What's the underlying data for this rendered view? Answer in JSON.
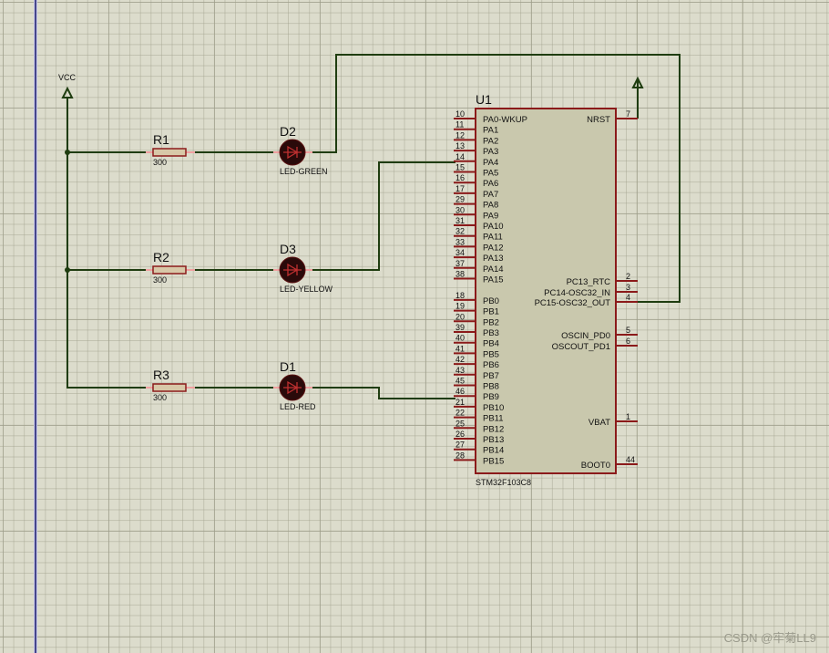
{
  "schematic": {
    "power": {
      "label": "VCC"
    },
    "resistors": [
      {
        "ref": "R1",
        "value": "300"
      },
      {
        "ref": "R2",
        "value": "300"
      },
      {
        "ref": "R3",
        "value": "300"
      }
    ],
    "leds": [
      {
        "ref": "D2",
        "value": "LED-GREEN"
      },
      {
        "ref": "D3",
        "value": "LED-YELLOW"
      },
      {
        "ref": "D1",
        "value": "LED-RED"
      }
    ],
    "mcu": {
      "ref": "U1",
      "part": "STM32F103C8",
      "left_pins": [
        {
          "num": "10",
          "name": "PA0-WKUP"
        },
        {
          "num": "11",
          "name": "PA1"
        },
        {
          "num": "12",
          "name": "PA2"
        },
        {
          "num": "13",
          "name": "PA3"
        },
        {
          "num": "14",
          "name": "PA4"
        },
        {
          "num": "15",
          "name": "PA5"
        },
        {
          "num": "16",
          "name": "PA6"
        },
        {
          "num": "17",
          "name": "PA7"
        },
        {
          "num": "29",
          "name": "PA8"
        },
        {
          "num": "30",
          "name": "PA9"
        },
        {
          "num": "31",
          "name": "PA10"
        },
        {
          "num": "32",
          "name": "PA11"
        },
        {
          "num": "33",
          "name": "PA12"
        },
        {
          "num": "34",
          "name": "PA13"
        },
        {
          "num": "37",
          "name": "PA14"
        },
        {
          "num": "38",
          "name": "PA15"
        },
        {
          "num": "18",
          "name": "PB0"
        },
        {
          "num": "19",
          "name": "PB1"
        },
        {
          "num": "20",
          "name": "PB2"
        },
        {
          "num": "39",
          "name": "PB3"
        },
        {
          "num": "40",
          "name": "PB4"
        },
        {
          "num": "41",
          "name": "PB5"
        },
        {
          "num": "42",
          "name": "PB6"
        },
        {
          "num": "43",
          "name": "PB7"
        },
        {
          "num": "45",
          "name": "PB8"
        },
        {
          "num": "46",
          "name": "PB9"
        },
        {
          "num": "21",
          "name": "PB10"
        },
        {
          "num": "22",
          "name": "PB11"
        },
        {
          "num": "25",
          "name": "PB12"
        },
        {
          "num": "26",
          "name": "PB13"
        },
        {
          "num": "27",
          "name": "PB14"
        },
        {
          "num": "28",
          "name": "PB15"
        }
      ],
      "right_pins": [
        {
          "num": "7",
          "name": "NRST"
        },
        {
          "num": "2",
          "name": "PC13_RTC"
        },
        {
          "num": "3",
          "name": "PC14-OSC32_IN"
        },
        {
          "num": "4",
          "name": "PC15-OSC32_OUT"
        },
        {
          "num": "5",
          "name": "OSCIN_PD0"
        },
        {
          "num": "6",
          "name": "OSCOUT_PD1"
        },
        {
          "num": "1",
          "name": "VBAT"
        },
        {
          "num": "44",
          "name": "BOOT0"
        }
      ]
    },
    "colors": {
      "wire": "#1f3d10",
      "pin": "#8b1a1a",
      "body": "#c9c8ad",
      "led": "#2a0a0a"
    }
  },
  "watermark": "CSDN @牢菊LL9"
}
